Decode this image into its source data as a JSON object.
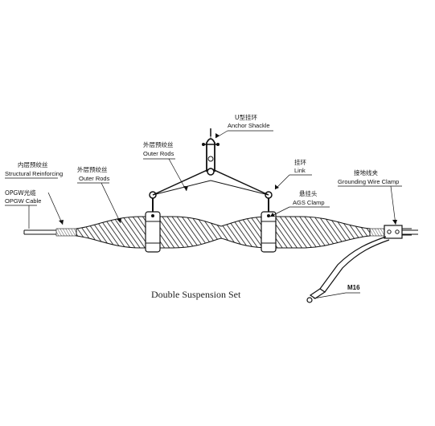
{
  "caption": "Double Suspension Set",
  "labels": {
    "u_shackle_cn": "U型挂环",
    "u_shackle_en": "Anchor Shackle",
    "outer_rods_top_cn": "外层预绞丝",
    "outer_rods_top_en": "Outer Rods",
    "link_cn": "挂环",
    "link_en": "Link",
    "inner_rods_cn": "内层预绞丝",
    "inner_rods_en": "Structural Reinforcing",
    "outer_rods_left_cn": "外层预绞丝",
    "outer_rods_left_en": "Outer Rods",
    "grounding_cn": "接地线夹",
    "grounding_en": "Grounding Wire Clamp",
    "ags_cn": "悬挂头",
    "ags_en": "AGS Clamp",
    "opgw_cn": "OPGW光缆",
    "opgw_en": "OPGW Cable",
    "m16": "M16"
  },
  "colors": {
    "ink": "#111111",
    "background": "#ffffff"
  }
}
